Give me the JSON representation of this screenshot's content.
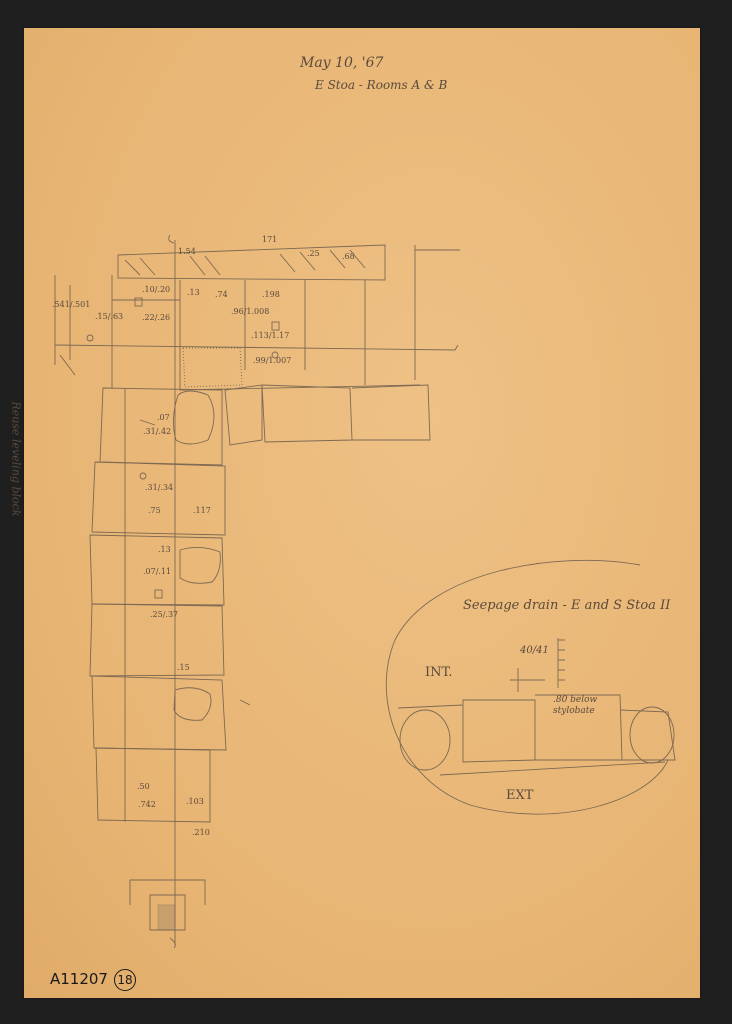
{
  "header": {
    "date": "May 10, '67",
    "subtitle": "E Stoa - Rooms A & B"
  },
  "side_label": "Reuse leveling block",
  "seepage": {
    "title": "Seepage drain - E and S Stoa II",
    "int": "INT.",
    "ext": "EXT",
    "note": ".80 below stylobate",
    "measure": "40/41"
  },
  "catalog": {
    "code": "A11207",
    "circled": "18"
  },
  "annotations": [
    "1.54",
    "171",
    ".25",
    ".68",
    ".13",
    ".74",
    ".198",
    ".96/1.008",
    ".113/1.17",
    ".99/1.007",
    ".541/.501",
    ".15/.63",
    ".10/.20",
    ".22/.26",
    ".07",
    ".31/.42",
    ".31/.34",
    ".75",
    ".117",
    ".13",
    ".07/.11",
    ".25/.37",
    ".15",
    ".50",
    ".742",
    ".103",
    ".210"
  ],
  "colors": {
    "paper": "#e9b776",
    "pencil": "#5a4a3c",
    "background": "#1f1f1f"
  }
}
